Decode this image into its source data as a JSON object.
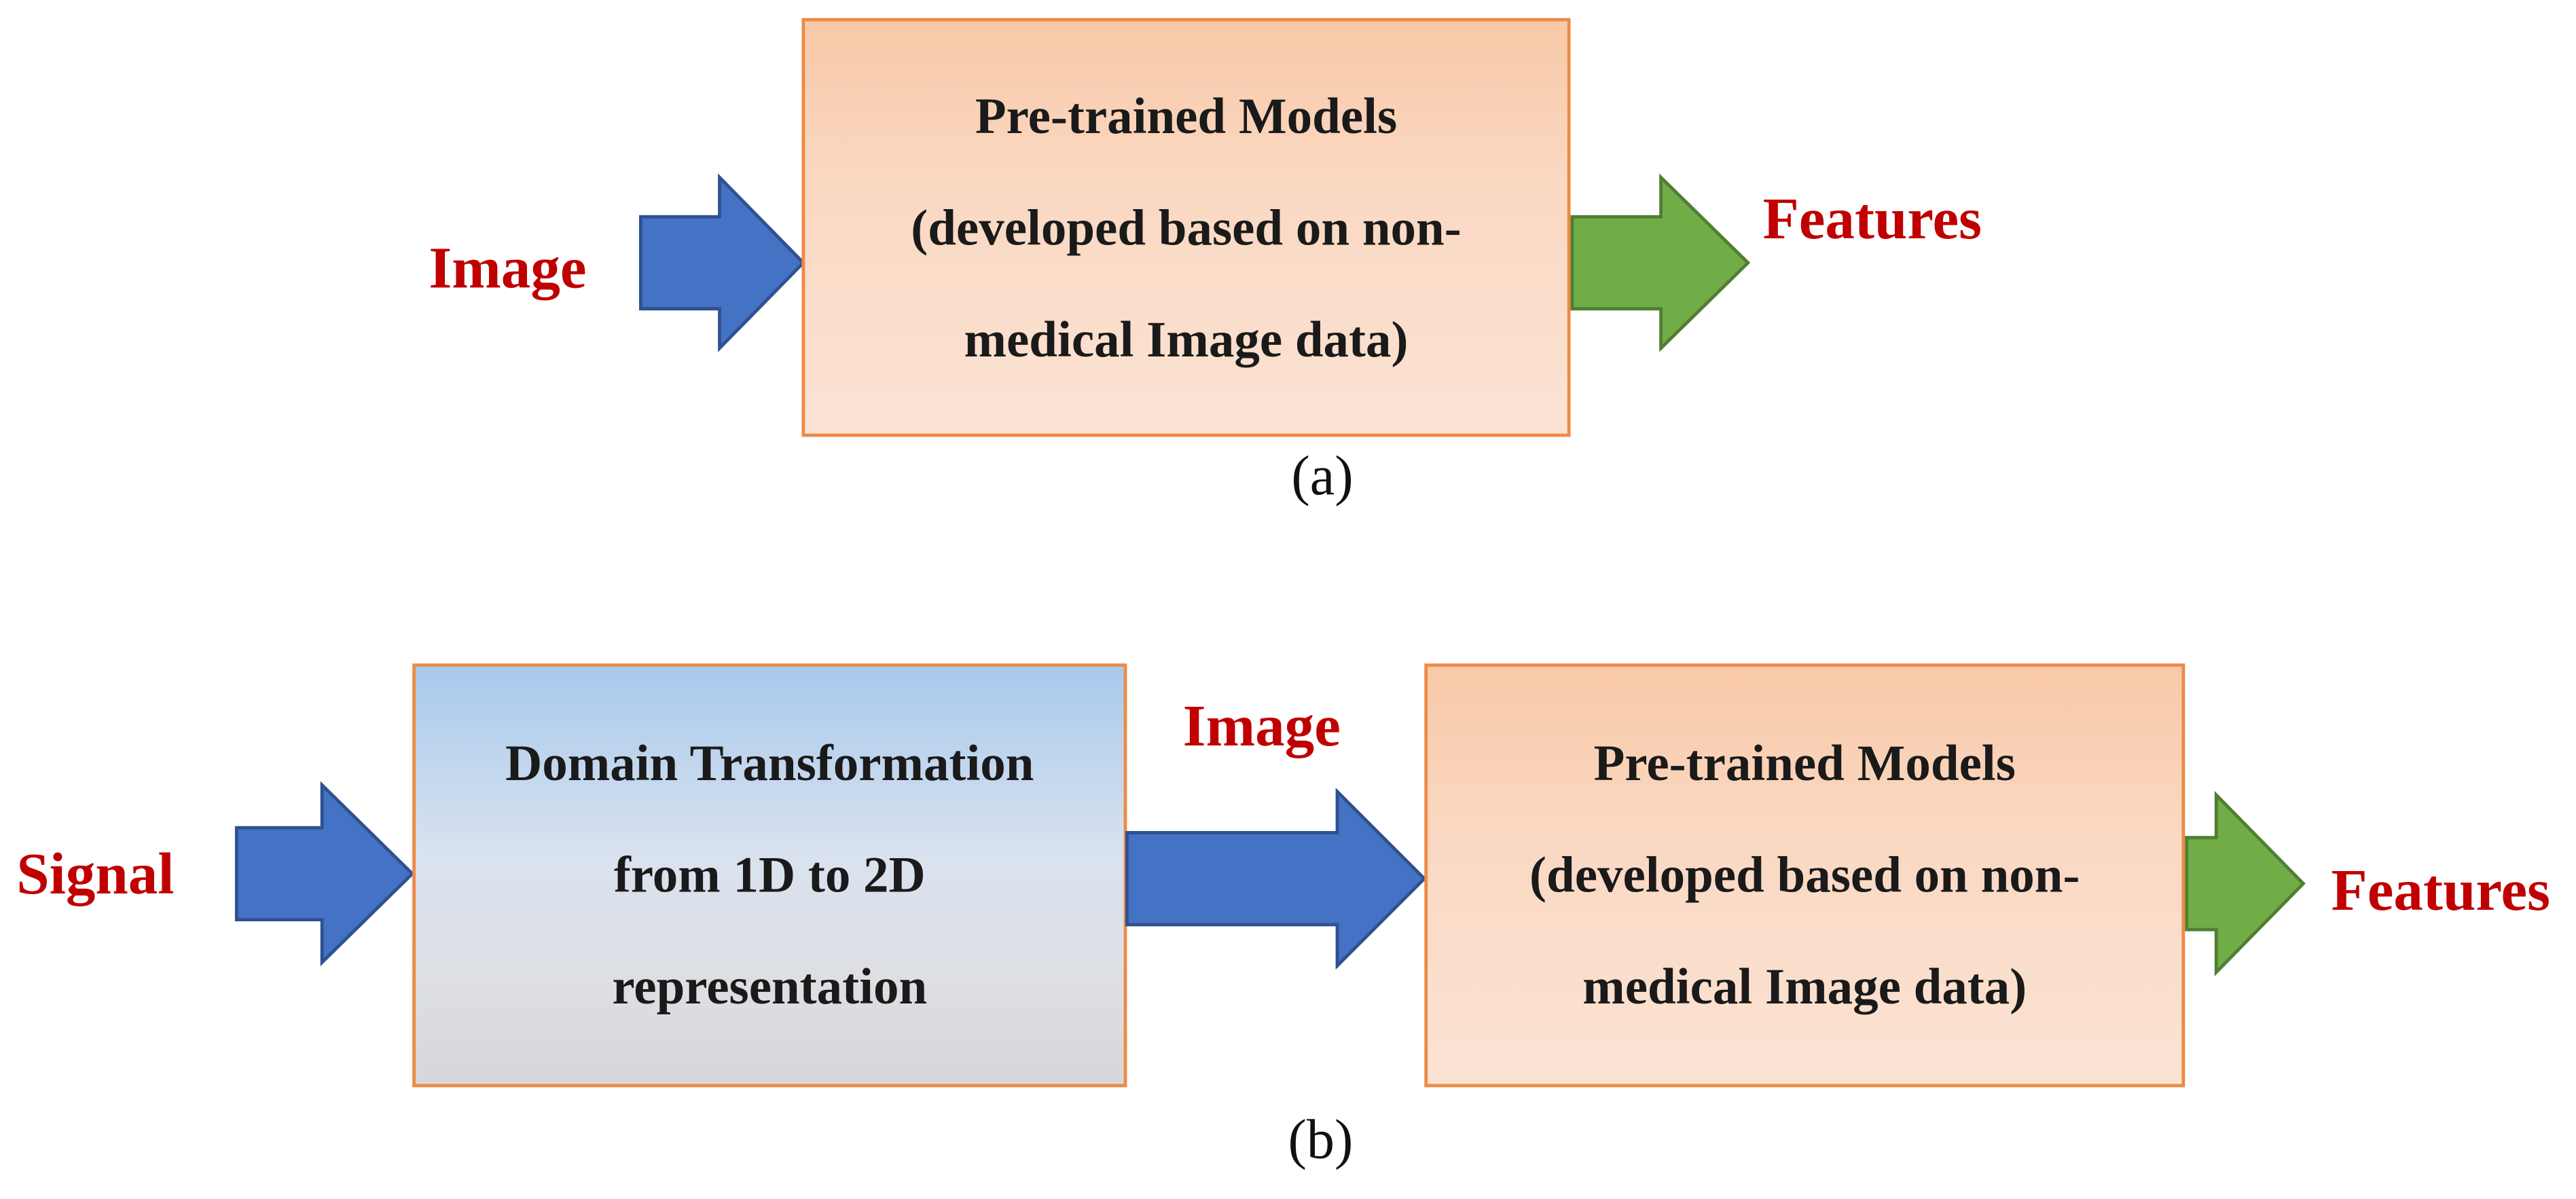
{
  "panel_a": {
    "input_label": "Image",
    "model_box": {
      "lines": [
        "Pre-trained Models",
        "(developed based on non-",
        "medical Image data)"
      ]
    },
    "output_label": "Features",
    "caption": "(a)"
  },
  "panel_b": {
    "input_label": "Signal",
    "transform_box": {
      "lines": [
        "Domain Transformation",
        "from 1D to 2D",
        "representation"
      ]
    },
    "middle_label": "Image",
    "model_box": {
      "lines": [
        "Pre-trained Models",
        "(developed based on non-",
        "medical Image data)"
      ]
    },
    "output_label": "Features",
    "caption": "(b)"
  },
  "colors": {
    "input_arrow": "#4472c4",
    "output_arrow": "#70ad47",
    "label_text": "#c00000",
    "box_border": "#ed8a45"
  }
}
